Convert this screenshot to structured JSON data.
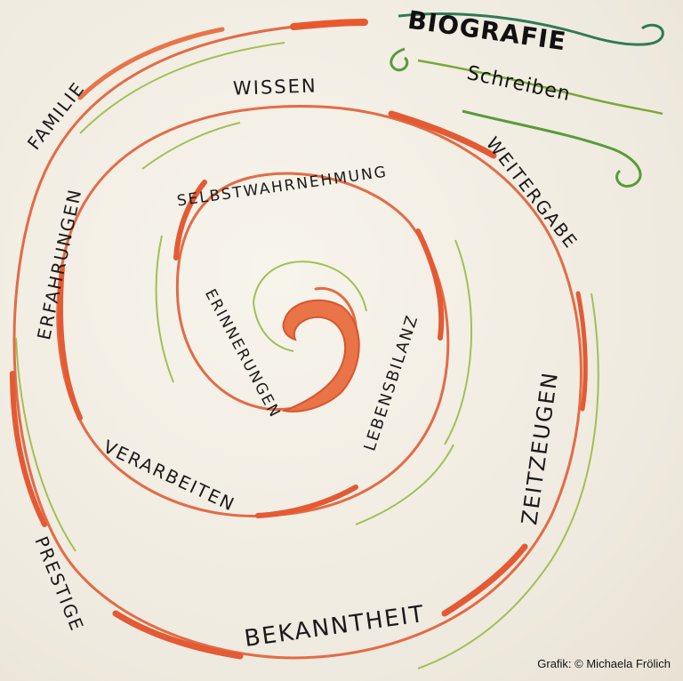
{
  "title": {
    "main": "BIOGRAFIE",
    "sub": "Schreiben"
  },
  "words": {
    "familie": "FAMILIE",
    "wissen": "WISSEN",
    "weitergabe": "WEITERGABE",
    "erfahrungen": "ERFAHRUNGEN",
    "selbstwahrnehmung": "SELBSTWAHRNEHMUNG",
    "erinnerungen": "ERINNERUNGEN",
    "lebensbilanz": "LEBENSBILANZ",
    "verarbeiten": "VERARBEITEN",
    "zeitzeugen": "ZEITZEUGEN",
    "prestige": "PRESTIGE",
    "bekanntheit": "BEKANNTHEIT"
  },
  "credit": "Grafik: © Michaela Frölich",
  "colors": {
    "spiral": "#e0603a",
    "accent_green": "#9cb84a",
    "title_swirl": "#2f7a55"
  }
}
